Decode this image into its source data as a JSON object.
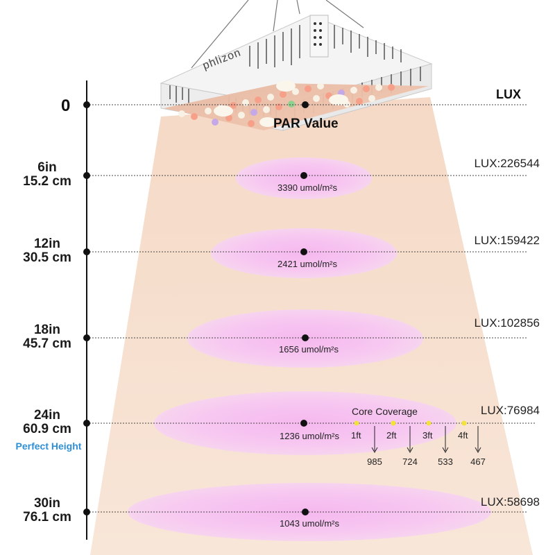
{
  "header": {
    "lux_title": "LUX",
    "par_title": "PAR Value",
    "zero_label": "0",
    "brand_text": "phlizon"
  },
  "levels": [
    {
      "inch": "6in",
      "cm": "15.2 cm",
      "lux": "LUX:226544",
      "par": "3390 umol/m²s"
    },
    {
      "inch": "12in",
      "cm": "30.5 cm",
      "lux": "LUX:159422",
      "par": "2421 umol/m²s"
    },
    {
      "inch": "18in",
      "cm": "45.7 cm",
      "lux": "LUX:102856",
      "par": "1656 umol/m²s"
    },
    {
      "inch": "24in",
      "cm": "60.9 cm",
      "lux": "LUX:76984",
      "par": "1236 umol/m²s"
    },
    {
      "inch": "30in",
      "cm": "76.1 cm",
      "lux": "LUX:58698",
      "par": "1043 umol/m²s"
    }
  ],
  "perfect_height": "Perfect Height",
  "core_coverage": {
    "title": "Core Coverage",
    "points": [
      {
        "ft": "1ft",
        "value": "985"
      },
      {
        "ft": "2ft",
        "value": "724"
      },
      {
        "ft": "3ft",
        "value": "533"
      },
      {
        "ft": "4ft",
        "value": "467"
      }
    ]
  },
  "colors": {
    "beam": "#f7e2d2",
    "ellipse": "#f6c6f0",
    "dot_marker": "#f3e23a",
    "perfect_height": "#2f8fd6",
    "axis": "#111111"
  }
}
